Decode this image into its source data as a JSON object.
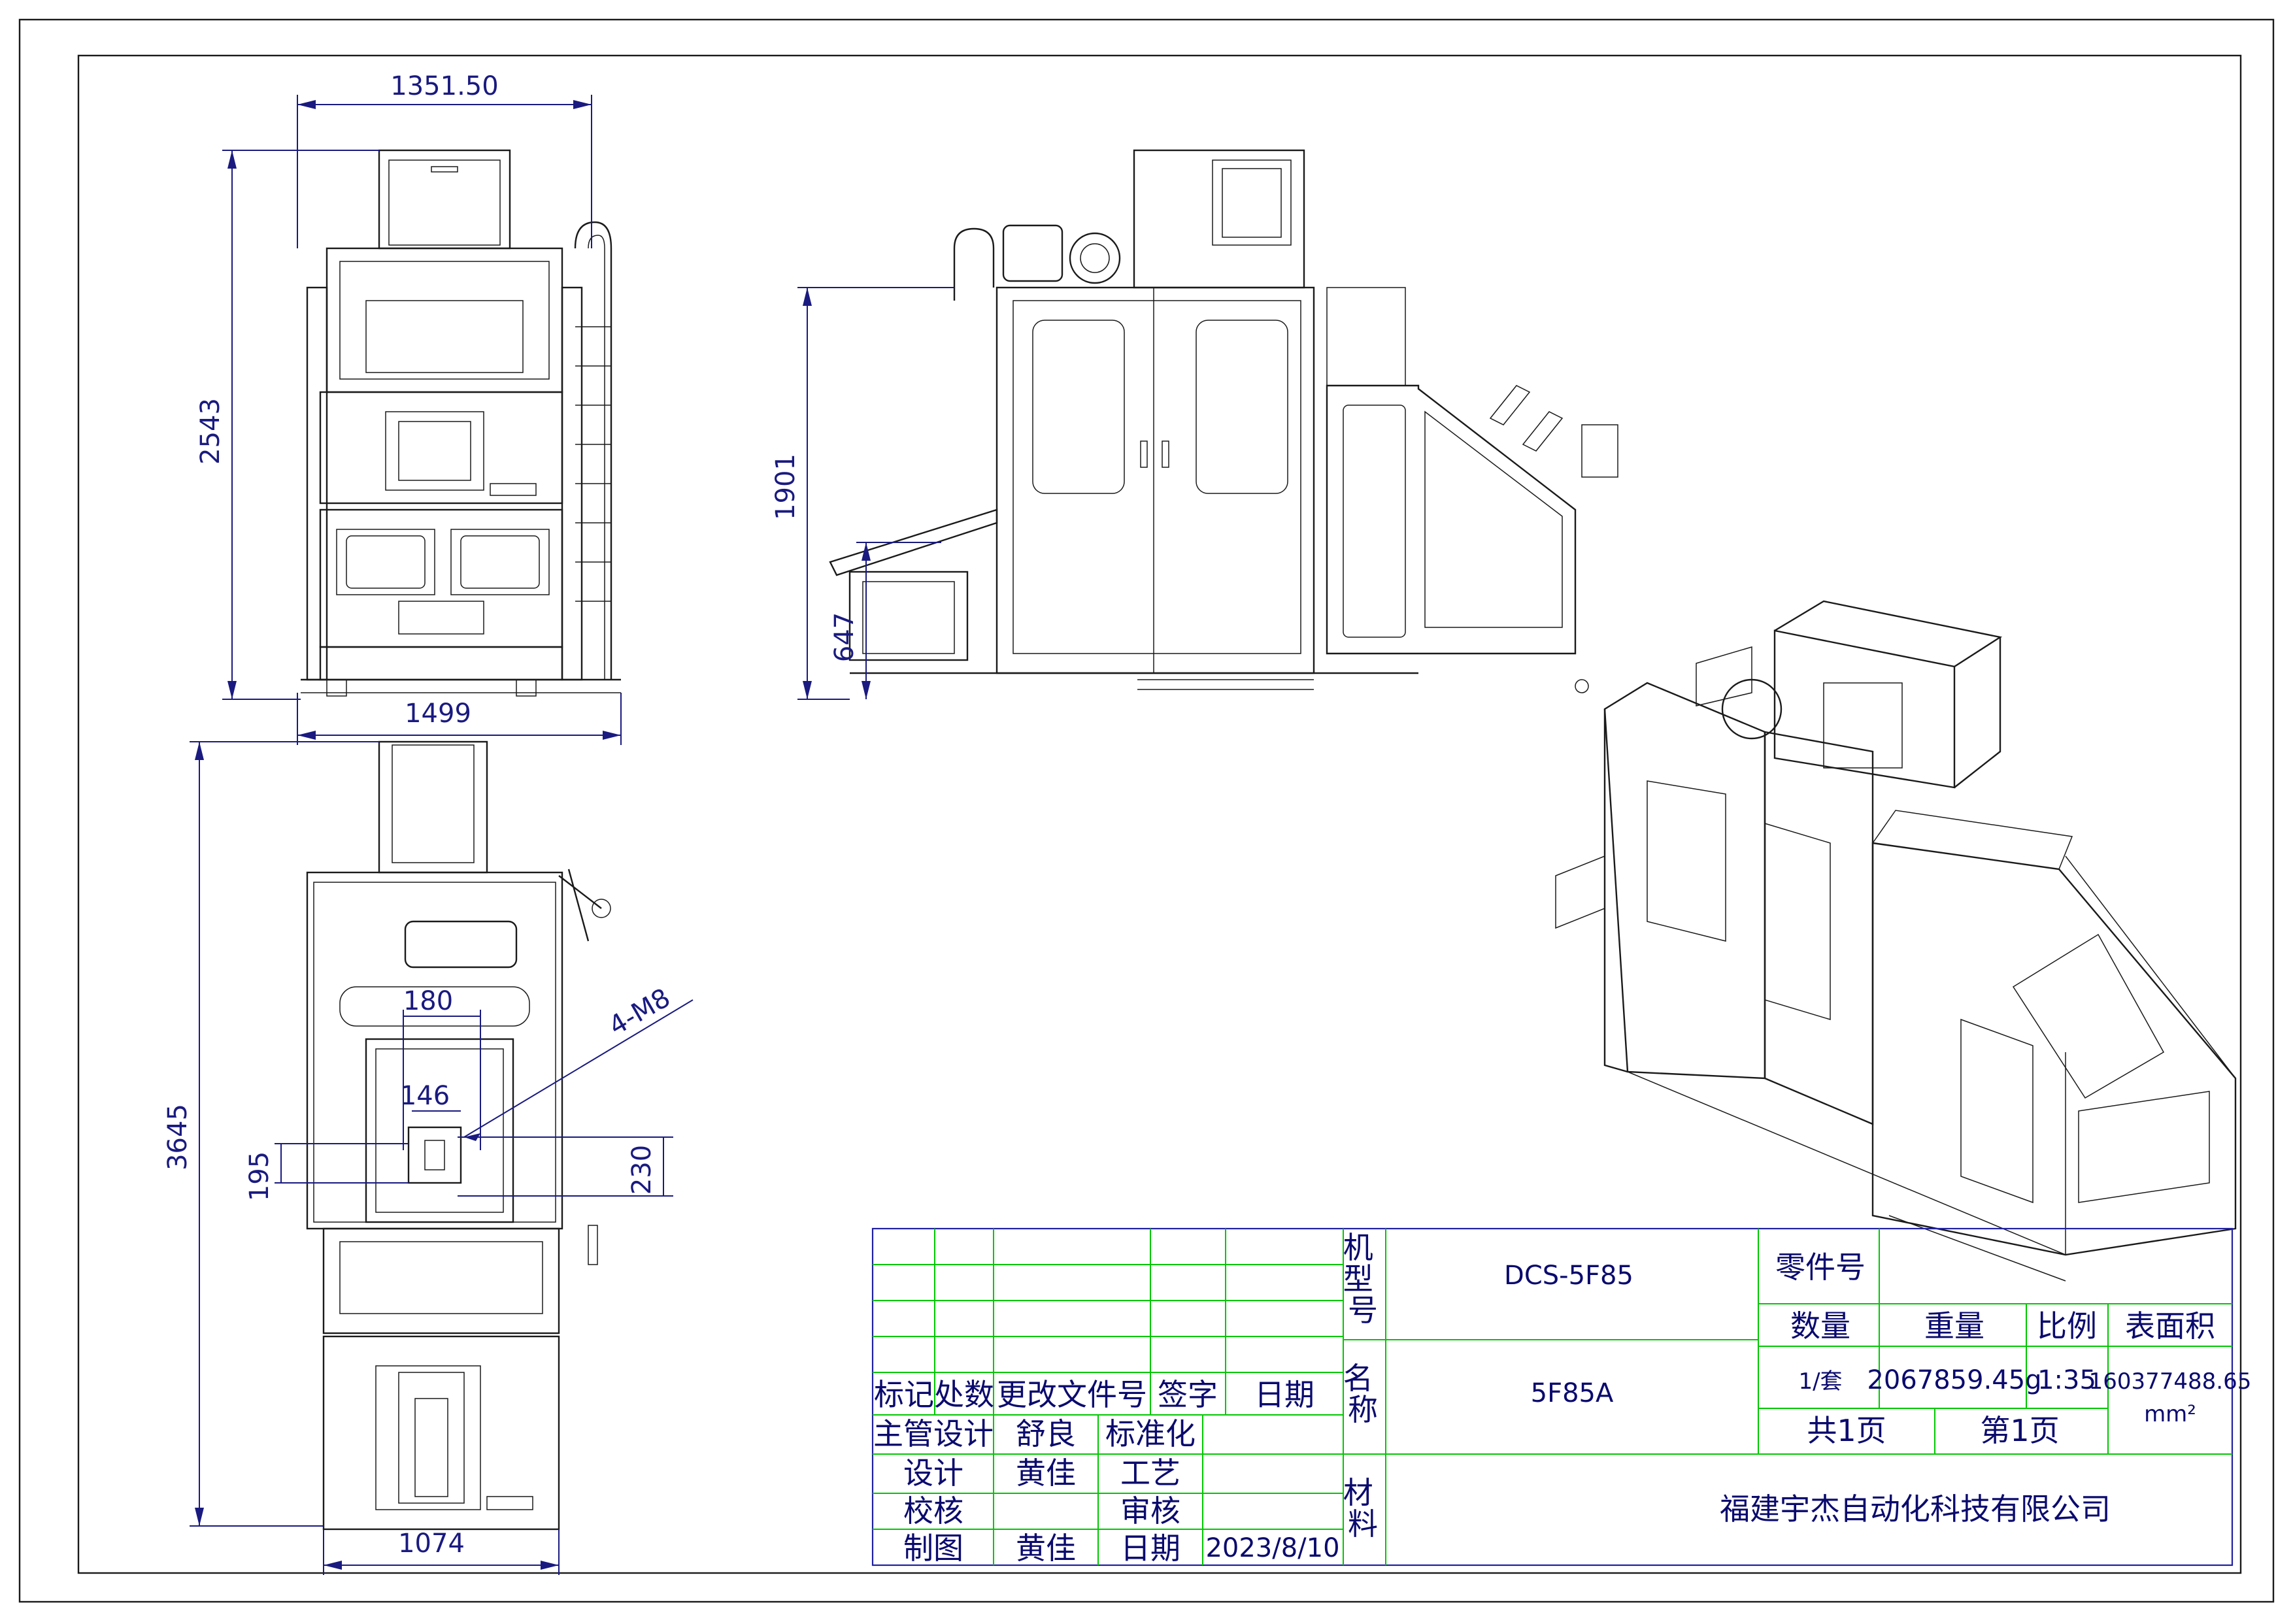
{
  "dimensions": {
    "front_width_top": "1351.50",
    "front_height": "2543",
    "front_width_bottom": "1499",
    "side_height": "1901",
    "side_lower_height": "647",
    "top_depth": "3645",
    "top_width_bottom": "1074",
    "hole_spacing_x": "180",
    "hole_spacing_inner": "146",
    "hole_note": "4-M8",
    "hole_spacing_y_left": "195",
    "hole_spacing_y_right": "230"
  },
  "title_block": {
    "model_label": "机型号",
    "model_value": "DCS-5F85",
    "name_label": "名称",
    "name_value": "5F85A",
    "material_label": "材料",
    "part_no_label": "零件号",
    "qty_label": "数量",
    "weight_label": "重量",
    "scale_label": "比例",
    "area_label": "表面积",
    "qty_value": "1/套",
    "weight_value": "2067859.45g",
    "scale_value": "1:35",
    "area_value": "160377488.65",
    "area_unit": "mm²",
    "total_pages": "共1页",
    "page_no": "第1页",
    "company": "福建宇杰自动化科技有限公司",
    "rev_headers": [
      "标记",
      "处数",
      "更改文件号",
      "签字",
      "日期"
    ],
    "row_supervisor_label": "主管设计",
    "row_supervisor_name": "舒良",
    "row_standard_label": "标准化",
    "row_design_label": "设计",
    "row_design_name": "黄佳",
    "row_process_label": "工艺",
    "row_check_label": "校核",
    "row_review_label": "审核",
    "row_draw_label": "制图",
    "row_draw_name": "黄佳",
    "row_date_label": "日期",
    "row_date_value": "2023/8/10"
  }
}
